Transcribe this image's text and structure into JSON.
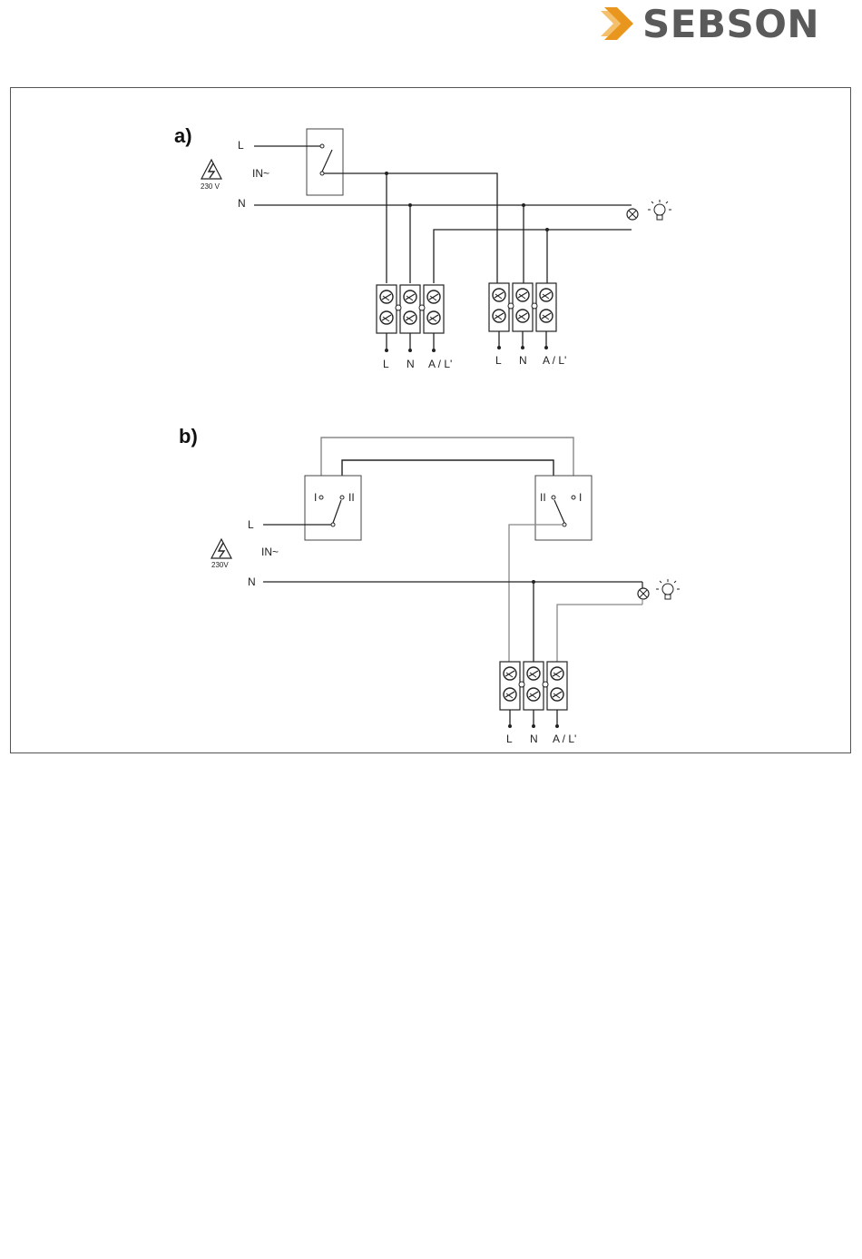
{
  "brand": {
    "name": "SEBSON",
    "text_color": "#5a5a5a",
    "accent_color": "#e8961e",
    "icon": "double-chevron-logo"
  },
  "diagram_a": {
    "panel_label": "a)",
    "supply_labels": {
      "line": "L",
      "neutral": "N",
      "input": "IN~",
      "voltage": "230 V"
    },
    "terminal_block_1": [
      "L",
      "N",
      "A / L'"
    ],
    "terminal_block_2": [
      "L",
      "N",
      "A / L'"
    ],
    "icons": [
      "high-voltage-warning-icon",
      "single-pole-switch-icon",
      "lamp-symbol-icon",
      "light-bulb-icon"
    ]
  },
  "diagram_b": {
    "panel_label": "b)",
    "supply_labels": {
      "line": "L",
      "neutral": "N",
      "input": "IN~",
      "voltage": "230V"
    },
    "switch_1_positions": [
      "I",
      "II"
    ],
    "switch_2_positions": [
      "II",
      "I"
    ],
    "terminal_block": [
      "L",
      "N",
      "A / L'"
    ],
    "icons": [
      "high-voltage-warning-icon",
      "changeover-switch-icon",
      "lamp-symbol-icon",
      "light-bulb-icon"
    ]
  }
}
